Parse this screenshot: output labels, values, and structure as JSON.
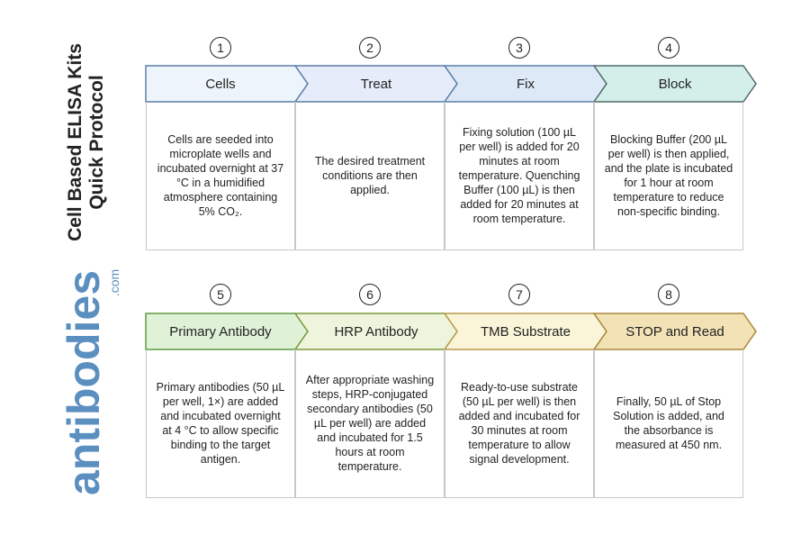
{
  "title": {
    "line1": "Cell Based ELISA Kits",
    "line2": "Quick Protocol"
  },
  "logo": {
    "main": "antibodies",
    "suffix": ".com"
  },
  "steps": [
    {
      "number": "1",
      "label": "Cells",
      "fill": "#eef4fb",
      "stroke": "#5b7fa8",
      "text": "Cells are seeded into microplate wells and incubated overnight at 37 °C in a humidified atmosphere containing 5% CO₂."
    },
    {
      "number": "2",
      "label": "Treat",
      "fill": "#e6ecf9",
      "stroke": "#5b7fa8",
      "text": "The desired treatment conditions are then applied."
    },
    {
      "number": "3",
      "label": "Fix",
      "fill": "#dde9f7",
      "stroke": "#5b7fa8",
      "text": "Fixing solution (100 µL per well) is added for 20 minutes at room temperature. Quenching Buffer (100 µL) is then added for 20 minutes at room temperature."
    },
    {
      "number": "4",
      "label": "Block",
      "fill": "#d4efe9",
      "stroke": "#4e6b6a",
      "text": "Blocking Buffer (200 µL per well) is then applied, and the plate is incubated for 1 hour at room temperature to reduce non-specific binding."
    },
    {
      "number": "5",
      "label": "Primary Antibody",
      "fill": "#dff2d8",
      "stroke": "#5e9a3e",
      "text": "Primary antibodies (50 µL per well, 1×) are added and incubated overnight at 4 °C to allow specific binding to the target antigen."
    },
    {
      "number": "6",
      "label": "HRP Antibody",
      "fill": "#eef5dc",
      "stroke": "#7a9a3a",
      "text": "After appropriate washing steps, HRP-conjugated secondary antibodies (50 µL per well) are added and incubated for 1.5 hours at room temperature."
    },
    {
      "number": "7",
      "label": "TMB Substrate",
      "fill": "#faf5d8",
      "stroke": "#b89a4a",
      "text": "Ready-to-use substrate (50 µL per well) is then added and incubated for 30 minutes at room temperature to allow signal development."
    },
    {
      "number": "8",
      "label": "STOP and Read",
      "fill": "#f2e2b6",
      "stroke": "#a8883a",
      "text": "Finally, 50 µL of Stop Solution is added, and the absorbance is measured at 450 nm."
    }
  ]
}
